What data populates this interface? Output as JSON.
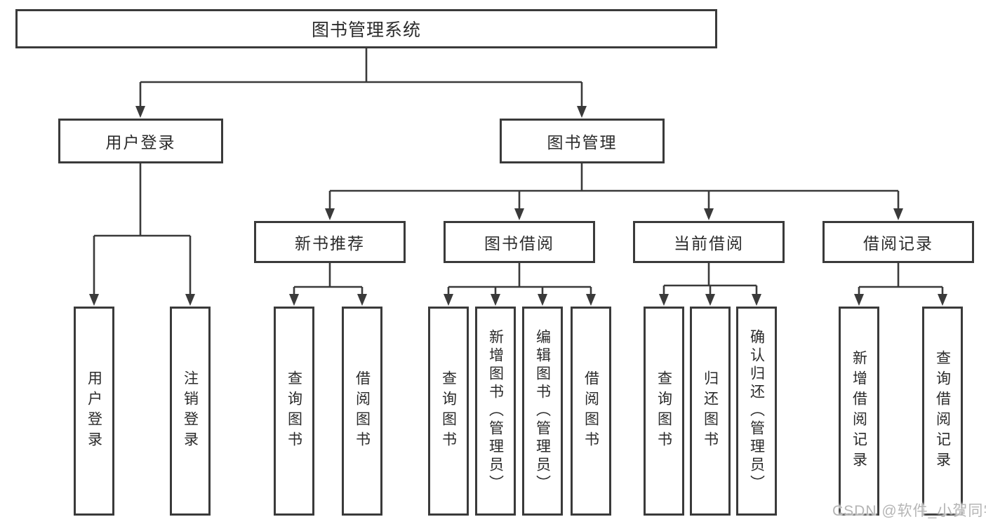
{
  "tree": {
    "root": {
      "label": "图书管理系统"
    },
    "branches": [
      {
        "label": "用户登录",
        "children": [
          {
            "label": "用户登录"
          },
          {
            "label": "注销登录"
          }
        ]
      },
      {
        "label": "图书管理",
        "sections": [
          {
            "label": "新书推荐",
            "children": [
              {
                "label": "查询图书"
              },
              {
                "label": "借阅图书"
              }
            ]
          },
          {
            "label": "图书借阅",
            "children": [
              {
                "label": "查询图书"
              },
              {
                "label": "新增图书（管理员）"
              },
              {
                "label": "编辑图书（管理员）"
              },
              {
                "label": "借阅图书"
              }
            ]
          },
          {
            "label": "当前借阅",
            "children": [
              {
                "label": "查询图书"
              },
              {
                "label": "归还图书"
              },
              {
                "label": "确认归还（管理员）"
              }
            ]
          },
          {
            "label": "借阅记录",
            "children": [
              {
                "label": "新增借阅记录"
              },
              {
                "label": "查询借阅记录"
              }
            ]
          }
        ]
      }
    ]
  },
  "watermark": {
    "text": "CSDN @软件_小贺同学"
  },
  "colors": {
    "line": "#3a3a3a",
    "box_border": "#3a3a3a",
    "text": "#2b2b2b",
    "background": "#ffffff",
    "watermark": "#b5b5b5"
  }
}
